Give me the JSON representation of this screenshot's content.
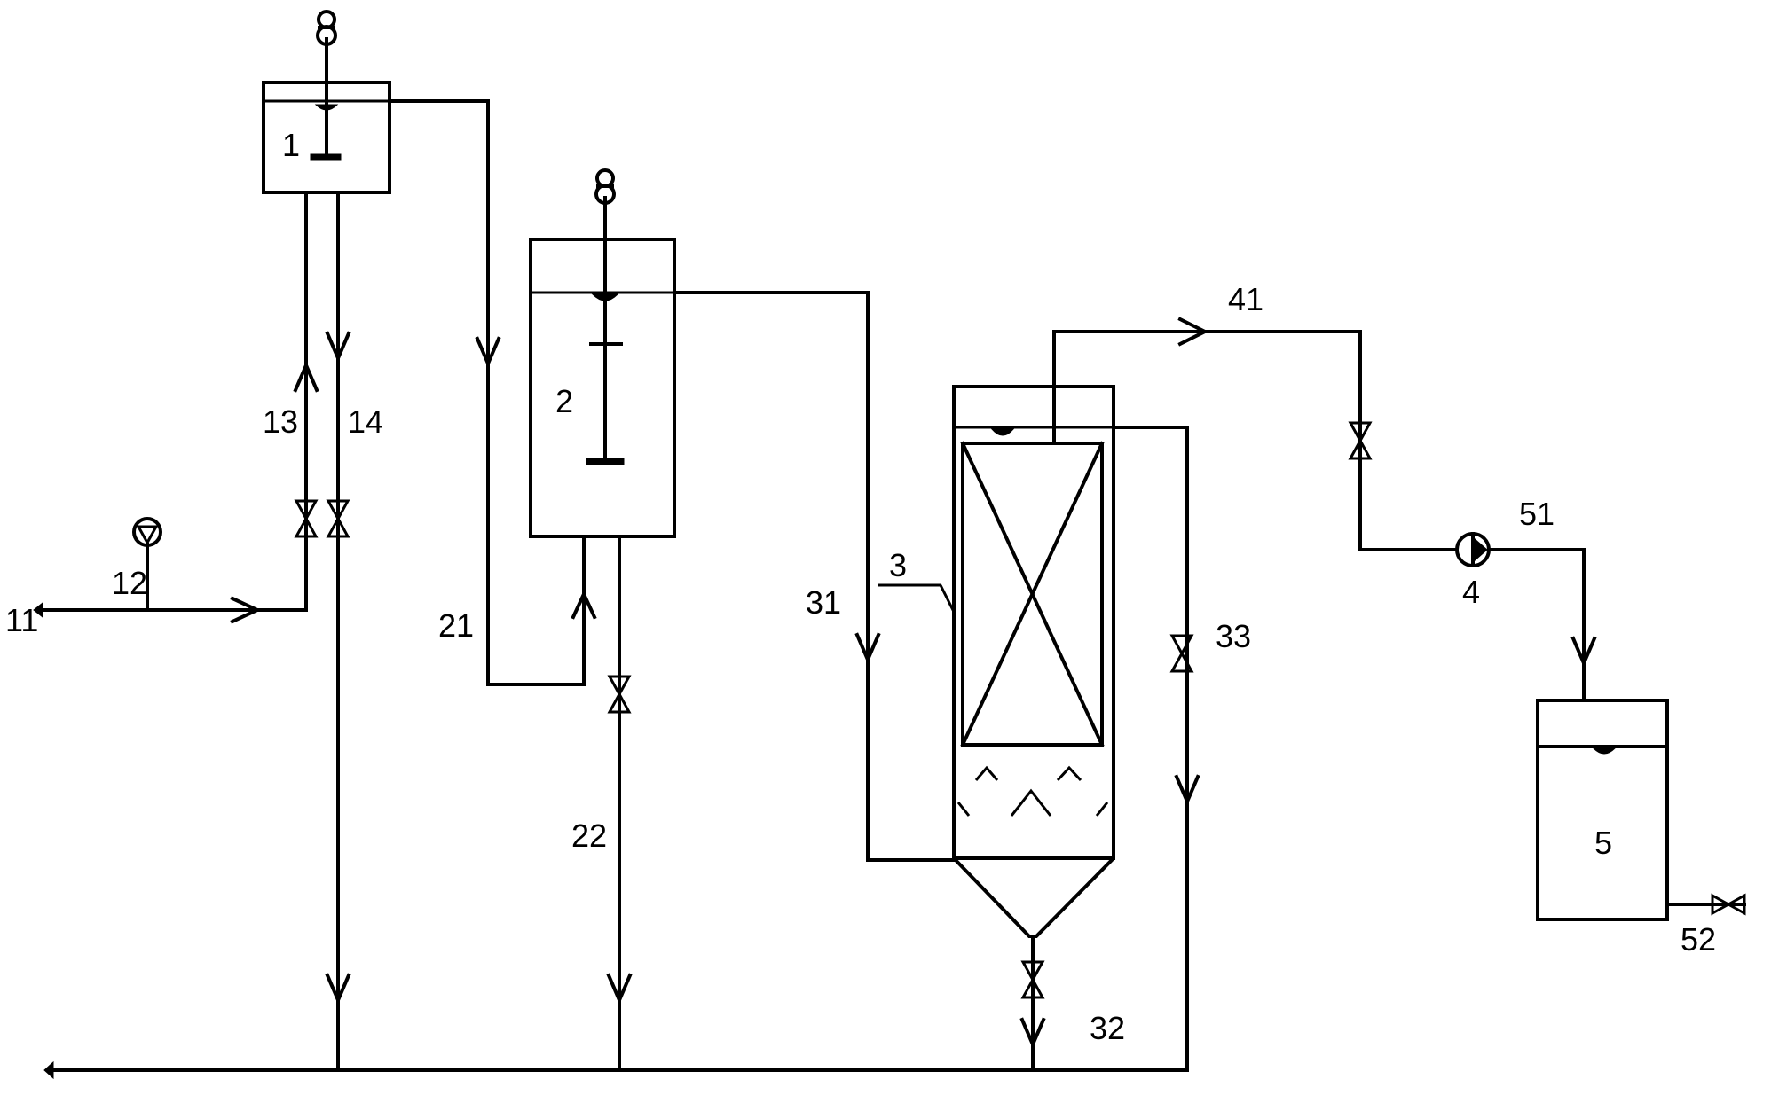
{
  "labels": {
    "tank1": "1",
    "tank2": "2",
    "reactor3": "3",
    "pump4": "4",
    "tank5": "5",
    "line11": "11",
    "gauge12": "12",
    "line13": "13",
    "line14": "14",
    "line21": "21",
    "line22": "22",
    "line31": "31",
    "line32": "32",
    "line33": "33",
    "line41": "41",
    "line51": "51",
    "line52": "52"
  }
}
